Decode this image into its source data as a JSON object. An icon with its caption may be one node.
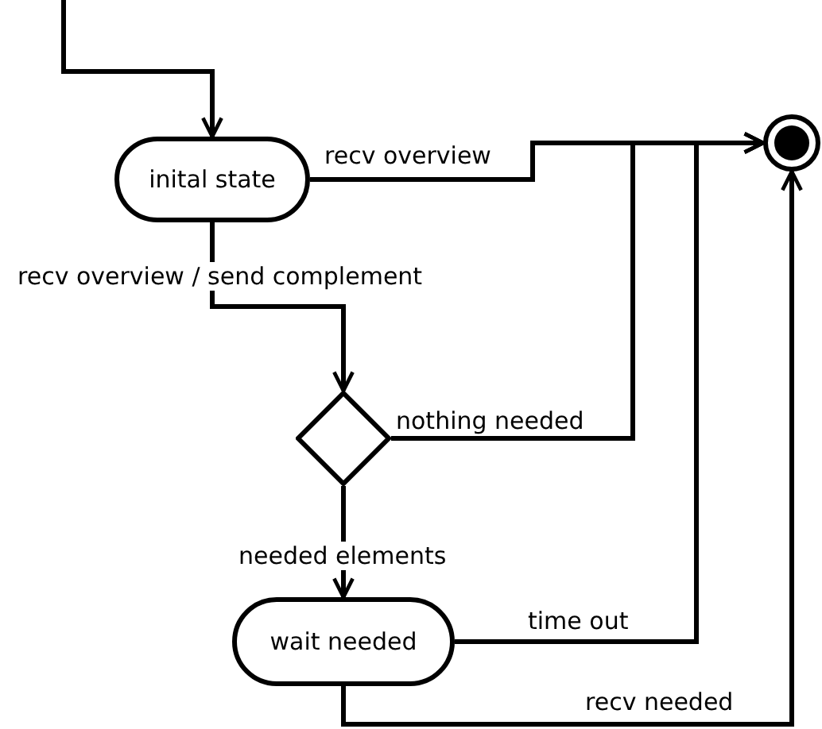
{
  "diagram": {
    "nodes": [
      {
        "text": [
          "inital state"
        ]
      },
      {
        "text": [],
        "shape": "diamond"
      },
      {
        "text": [
          "wait needed"
        ]
      },
      {
        "text": [],
        "shape": "circle"
      }
    ],
    "edges": [
      {
        "from": null,
        "to": 0,
        "arrow": "to"
      },
      {
        "from": 0,
        "to": 3,
        "arrow": "to",
        "label": "recv overview"
      },
      {
        "from": 0,
        "to": 1,
        "arrow": "to",
        "label": "recv overview / send complement"
      },
      {
        "from": 1,
        "to": 3,
        "arrow": "to",
        "label": "nothing needed"
      },
      {
        "from": 1,
        "to": 2,
        "arrow": "to",
        "label": "needed elements"
      },
      {
        "from": 2,
        "to": 3,
        "arrow": "to",
        "label": "time out"
      },
      {
        "from": 2,
        "to": 3,
        "arrow": "to",
        "label": "recv needed"
      }
    ]
  }
}
